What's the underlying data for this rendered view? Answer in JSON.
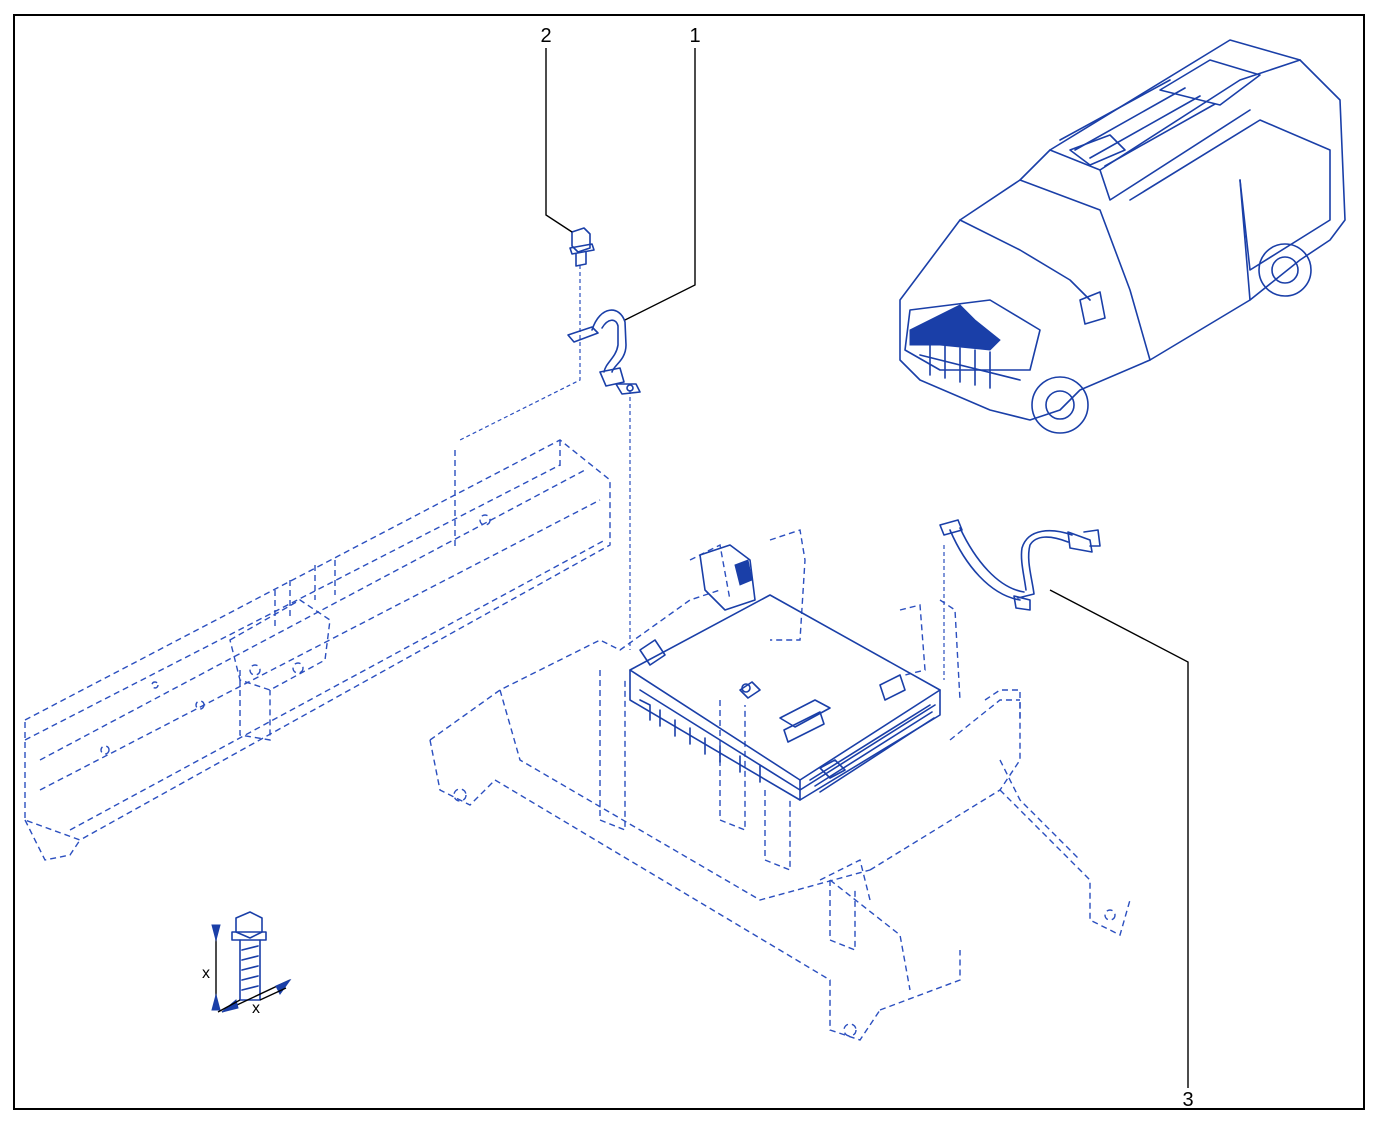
{
  "callouts": [
    {
      "id": "1",
      "label": "1"
    },
    {
      "id": "2",
      "label": "2"
    },
    {
      "id": "3",
      "label": "3"
    }
  ],
  "dimension_symbol": {
    "height_label": "x",
    "width_label": "x"
  },
  "colors": {
    "line": "#1a3fa8",
    "leader": "#000000",
    "background": "#ffffff"
  }
}
